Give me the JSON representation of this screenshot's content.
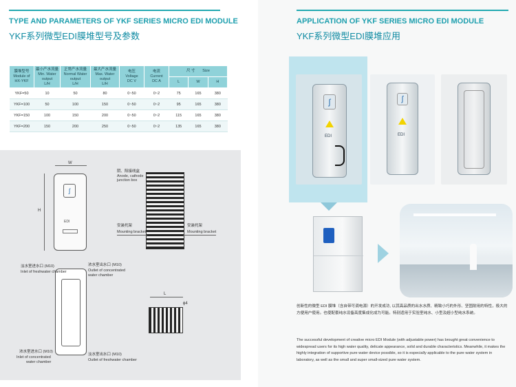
{
  "left": {
    "title_en": "TYPE AND PARAMETERS OF YKF SERIES MICRO EDI MODULE",
    "title_cn": "YKF系列微型EDI膜堆型号及参数",
    "table": {
      "headers": [
        [
          "膜堆型号",
          "Module of",
          "HX-YKF"
        ],
        [
          "最小产水流量",
          "Min. Water",
          "output",
          "L/H"
        ],
        [
          "正常产水流量",
          "Normal Water",
          "output",
          "L/H"
        ],
        [
          "最大产水流量",
          "Max. Water",
          "output",
          "L/H"
        ],
        [
          "电压",
          "Voltage",
          "DC V"
        ],
        [
          "电流",
          "Current",
          "DC A"
        ]
      ],
      "size_header_cn": "尺 寸",
      "size_header_en": "Size",
      "size_sub": [
        "L",
        "W",
        "H"
      ],
      "rows": [
        [
          "YKF=50",
          "10",
          "50",
          "80",
          "0~50",
          "0~2",
          "75",
          "165",
          "380"
        ],
        [
          "YKF=100",
          "50",
          "100",
          "150",
          "0~50",
          "0~2",
          "95",
          "165",
          "380"
        ],
        [
          "YKF=150",
          "100",
          "150",
          "200",
          "0~50",
          "0~2",
          "115",
          "165",
          "380"
        ],
        [
          "YKF=200",
          "150",
          "200",
          "250",
          "0~50",
          "0~2",
          "135",
          "165",
          "380"
        ]
      ]
    },
    "drawing": {
      "dim_w": "W",
      "dim_h": "H",
      "dim_l": "L",
      "dim_phi": "ϕ4",
      "module_label": "EDI",
      "anode_cn": "阴、阳接线盒",
      "anode_en1": "Anode, cathode",
      "anode_en2": "junction box",
      "bracket_cn_1": "安装托架",
      "bracket_en_1": "Mounting bracket",
      "bracket_cn_2": "安装托架",
      "bracket_en_2": "Mounting bracket",
      "inlet_fresh_cn": "淡水室进水口 (M10)",
      "inlet_fresh_en": "Inlet of freshwater chamber",
      "outlet_conc_cn": "浓水室出水口 (M10)",
      "outlet_conc_en1": "Outlet of concentrated",
      "outlet_conc_en2": "water chamber",
      "inlet_conc_cn": "浓水室进水口 (M10)",
      "inlet_conc_en1": "Inlet of concentrated",
      "inlet_conc_en2": "water chamber",
      "outlet_fresh_cn": "淡水室出水口 (M10)",
      "outlet_fresh_en": "Outlet of freshwater chamber"
    }
  },
  "right": {
    "title_en": "APPLICATION OF YKF SERIES MICRO EDI MODULE",
    "title_cn": "YKF系列微型EDI膜堆应用",
    "module_label": "EDI",
    "para_cn": "创新性的微型 EDI 膜堆（含自带可调电源）的开发成功, 以其高品质的出水水质、精致小巧的外形、坚固耐用的特性，极大的方便用户使用。也使配套纯水设备高度集成化成为可能。特别适用于实验室纯水、小型及超小型纯水系统。",
    "para_en": "The successful development of creative micro EDI Module (with adjustable power) has brought great convenience to widespread users for its high water quality, delicate appearance, solid and durable characteristics. Meanwhile, it makes the highly integration of supportive pure water device possible, so it is especially applicable to the pure water system in laboratory, as well as the small and super small-sized pure water system."
  },
  "colors": {
    "accent": "#1d9fae",
    "table_header": "#8fd2d9",
    "drawing_bg": "#e7e8ea",
    "highlight": "#bfe4ee"
  }
}
